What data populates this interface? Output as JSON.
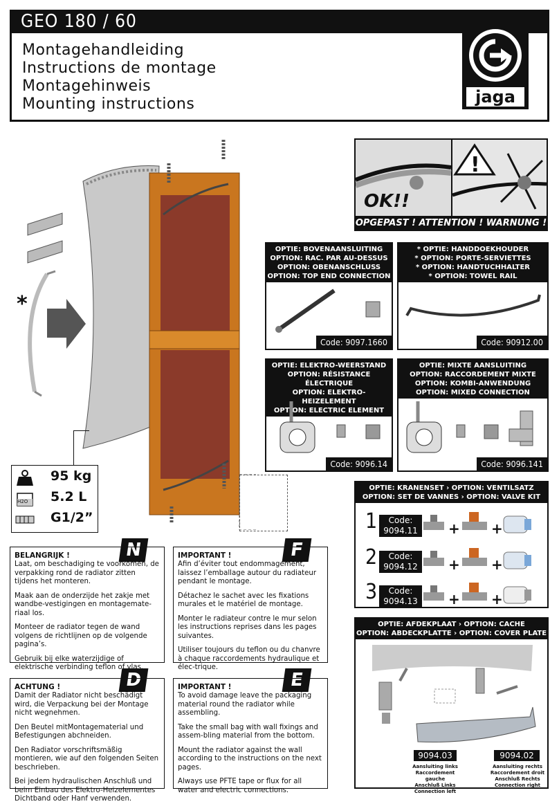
{
  "header": {
    "title": "GEO 180 / 60",
    "lines": [
      "Montagehandleiding",
      "Instructions de montage",
      "Montagehinweis",
      "Mounting instructions"
    ],
    "logo_text": "jaga"
  },
  "warning": {
    "ok": "OK!!",
    "text": "OPGEPAST ! ATTENTION ! WARNUNG !"
  },
  "options": {
    "top": {
      "lines": [
        "OPTIE: BOVENAANSLUITING",
        "OPTION: RAC. PAR AU-DESSUS",
        "OPTION: OBENANSCHLUSS",
        "OPTION: TOP END CONNECTION"
      ],
      "code": "Code: 9097.1660"
    },
    "towel": {
      "lines": [
        "* OPTIE: HANDDOEKHOUDER",
        "* OPTION: PORTE-SERVIETTES",
        "* OPTION: HANDTUCHHALTER",
        "* OPTION: TOWEL RAIL"
      ],
      "code": "Code: 90912.00"
    },
    "electric": {
      "lines": [
        "OPTIE: ELEKTRO-WEERSTAND",
        "OPTION: RÉSISTANCE ÉLECTRIQUE",
        "OPTION: ELEKTRO-HEIZELEMENT",
        "OPTION: ELECTRIC ELEMENT"
      ],
      "code": "Code: 9096.14"
    },
    "mixed": {
      "lines": [
        "OPTIE: MIXTE AANSLUITING",
        "OPTION: RACCORDEMENT MIXTE",
        "OPTION: KOMBI-ANWENDUNG",
        "OPTION: MIXED CONNECTION"
      ],
      "code": "Code: 9096.141"
    },
    "valve": {
      "lines": [
        "OPTIE: KRANENSET › OPTION: VENTILSATZ",
        "OPTION: SET DE VANNES › OPTION: VALVE KIT"
      ],
      "kits": [
        {
          "num": "1",
          "code1": "Code:",
          "code2": "9094.11"
        },
        {
          "num": "2",
          "code1": "Code:",
          "code2": "9094.12"
        },
        {
          "num": "3",
          "code1": "Code:",
          "code2": "9094.13"
        }
      ],
      "plus": "+"
    },
    "cover": {
      "lines": [
        "OPTIE: AFDEKPLAAT › OPTION: CACHE",
        "OPTION: ABDECKPLATTE › OPTION: COVER PLATE"
      ],
      "left_code": "9094.03",
      "left_caption": [
        "Aansluiting links",
        "Raccordement gauche",
        "Anschluß Links",
        "Connection left"
      ],
      "right_code": "9094.02",
      "right_caption": [
        "Aansluiting rechts",
        "Raccordement droit",
        "Anschluß Rechts",
        "Connection right"
      ]
    }
  },
  "specs": {
    "weight": "95 kg",
    "volume": "5.2 L",
    "thread": "G1/2”",
    "h2o": "H2O"
  },
  "asterisk": "*",
  "texts": {
    "nl": {
      "letter": "N",
      "heading": "BELANGRIJK !",
      "paras": [
        "Laat, om beschadiging te voorkomen, de verpakking rond de radiator zitten tijdens het monteren.",
        "Maak aan de onderzijde het zakje met wandbe-vestigingen en montagemate-riaal los.",
        "Monteer de radiator tegen de wand volgens de richtlijnen op de volgende pagina’s.",
        "Gebruik bij elke waterzijdige of elektrische verbinding teflon of vlas."
      ]
    },
    "fr": {
      "letter": "F",
      "heading": "IMPORTANT !",
      "paras": [
        "Afin d’éviter tout endommagement, laissez l’emballage autour du radiateur pendant le montage.",
        "Détachez le sachet avec les fixations murales et le matériel de montage.",
        "Monter le radiateur contre le mur selon les instructions reprises dans les pages suivantes.",
        "Utiliser toujours du teflon ou du chanvre à chaque raccordements hydraulique et élec-trique."
      ]
    },
    "de": {
      "letter": "D",
      "heading": "ACHTUNG !",
      "paras": [
        "Damit der Radiator nicht beschädigt wird, die Verpackung bei der Montage nicht wegnehmen.",
        "Den Beutel mitMontagematerial und Befestigungen abchneiden.",
        "Den Radiator vorschriftsmäßig montieren, wie auf den folgenden Seiten beschrieben.",
        "Bei jedem hydraulischen Anschluß und beim Einbau des Elektro-Heizelementes Dichtband oder Hanf verwenden."
      ]
    },
    "en": {
      "letter": "E",
      "heading": "IMPORTANT !",
      "paras": [
        "To avoid damage leave the packaging material round the radiator while assembling.",
        "Take the small bag with wall fixings and assem-bling material from the bottom.",
        "Mount the radiator against the wall according to the instructions on the next pages.",
        "Always use PFTE tape or flux for all water and electric connections."
      ]
    }
  }
}
